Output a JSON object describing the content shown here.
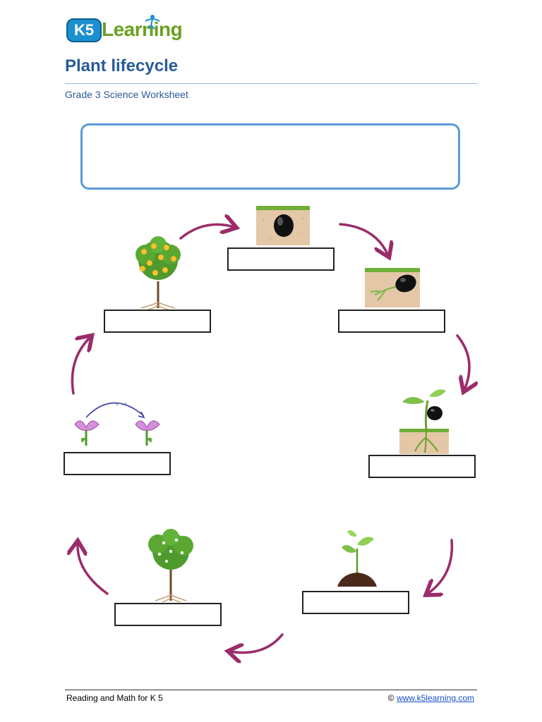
{
  "brand": {
    "logo_badge": "K5",
    "logo_word": "Learning"
  },
  "title": "Plant lifecycle",
  "subtitle": "Grade 3 Science Worksheet",
  "stages": [
    {
      "id": "seed",
      "icon": "seed-in-soil-icon",
      "answer": ""
    },
    {
      "id": "germination",
      "icon": "germinating-seed-icon",
      "answer": ""
    },
    {
      "id": "sprout",
      "icon": "sprout-icon",
      "answer": ""
    },
    {
      "id": "seedling",
      "icon": "seedling-icon",
      "answer": ""
    },
    {
      "id": "adult-plant",
      "icon": "flowering-plant-icon",
      "answer": ""
    },
    {
      "id": "pollination",
      "icon": "pollination-flowers-icon",
      "answer": ""
    },
    {
      "id": "fruiting-plant",
      "icon": "fruit-tree-icon",
      "answer": ""
    }
  ],
  "colors": {
    "title": "#2a5a97",
    "arrow": "#9b2c6a",
    "box_border": "#5b9bd5"
  },
  "footer": {
    "left": "Reading and Math for K 5",
    "copyright": "©",
    "link": "www.k5learning.com"
  }
}
